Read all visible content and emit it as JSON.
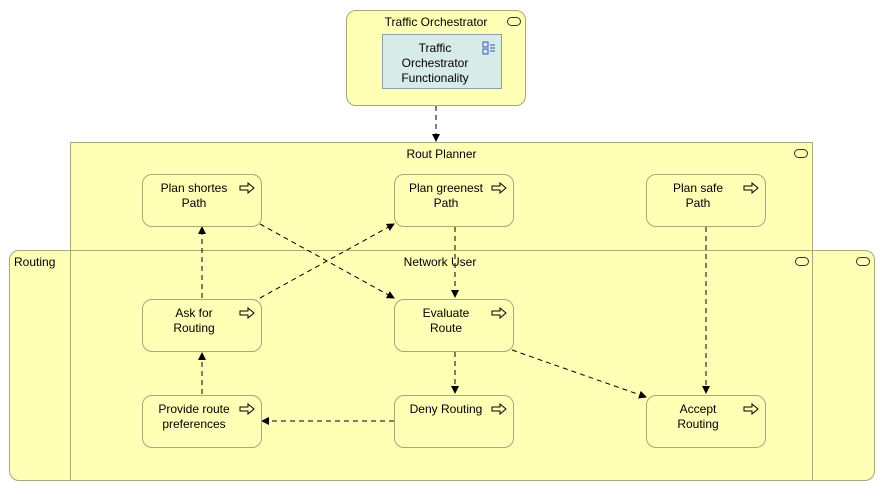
{
  "orchestrator": {
    "title": "Traffic Orchestrator",
    "component_label": "Traffic\nOrchestrator\nFunctionality",
    "icon": "application-component-icon"
  },
  "planner": {
    "title": "Rout Planner",
    "functions": [
      {
        "id": "plan-shortest",
        "label": "Plan shortes\nPath"
      },
      {
        "id": "plan-greenest",
        "label": "Plan greenest\nPath"
      },
      {
        "id": "plan-safe",
        "label": "Plan safe\nPath"
      }
    ]
  },
  "routing": {
    "title": "Routing",
    "network_user_title": "Network User",
    "functions": [
      {
        "id": "ask-routing",
        "label": "Ask for\nRouting"
      },
      {
        "id": "evaluate-route",
        "label": "Evaluate\nRoute"
      },
      {
        "id": "provide-prefs",
        "label": "Provide route\npreferences"
      },
      {
        "id": "deny-routing",
        "label": "Deny Routing"
      },
      {
        "id": "accept-routing",
        "label": "Accept\nRouting"
      }
    ]
  },
  "icons": {
    "function": "function-arrow-icon",
    "role": "role-pill-icon"
  },
  "colors": {
    "element_fill": "#ffffb5",
    "component_fill": "#d7ebe9",
    "border": "#a8a87a",
    "edge": "#000000"
  }
}
